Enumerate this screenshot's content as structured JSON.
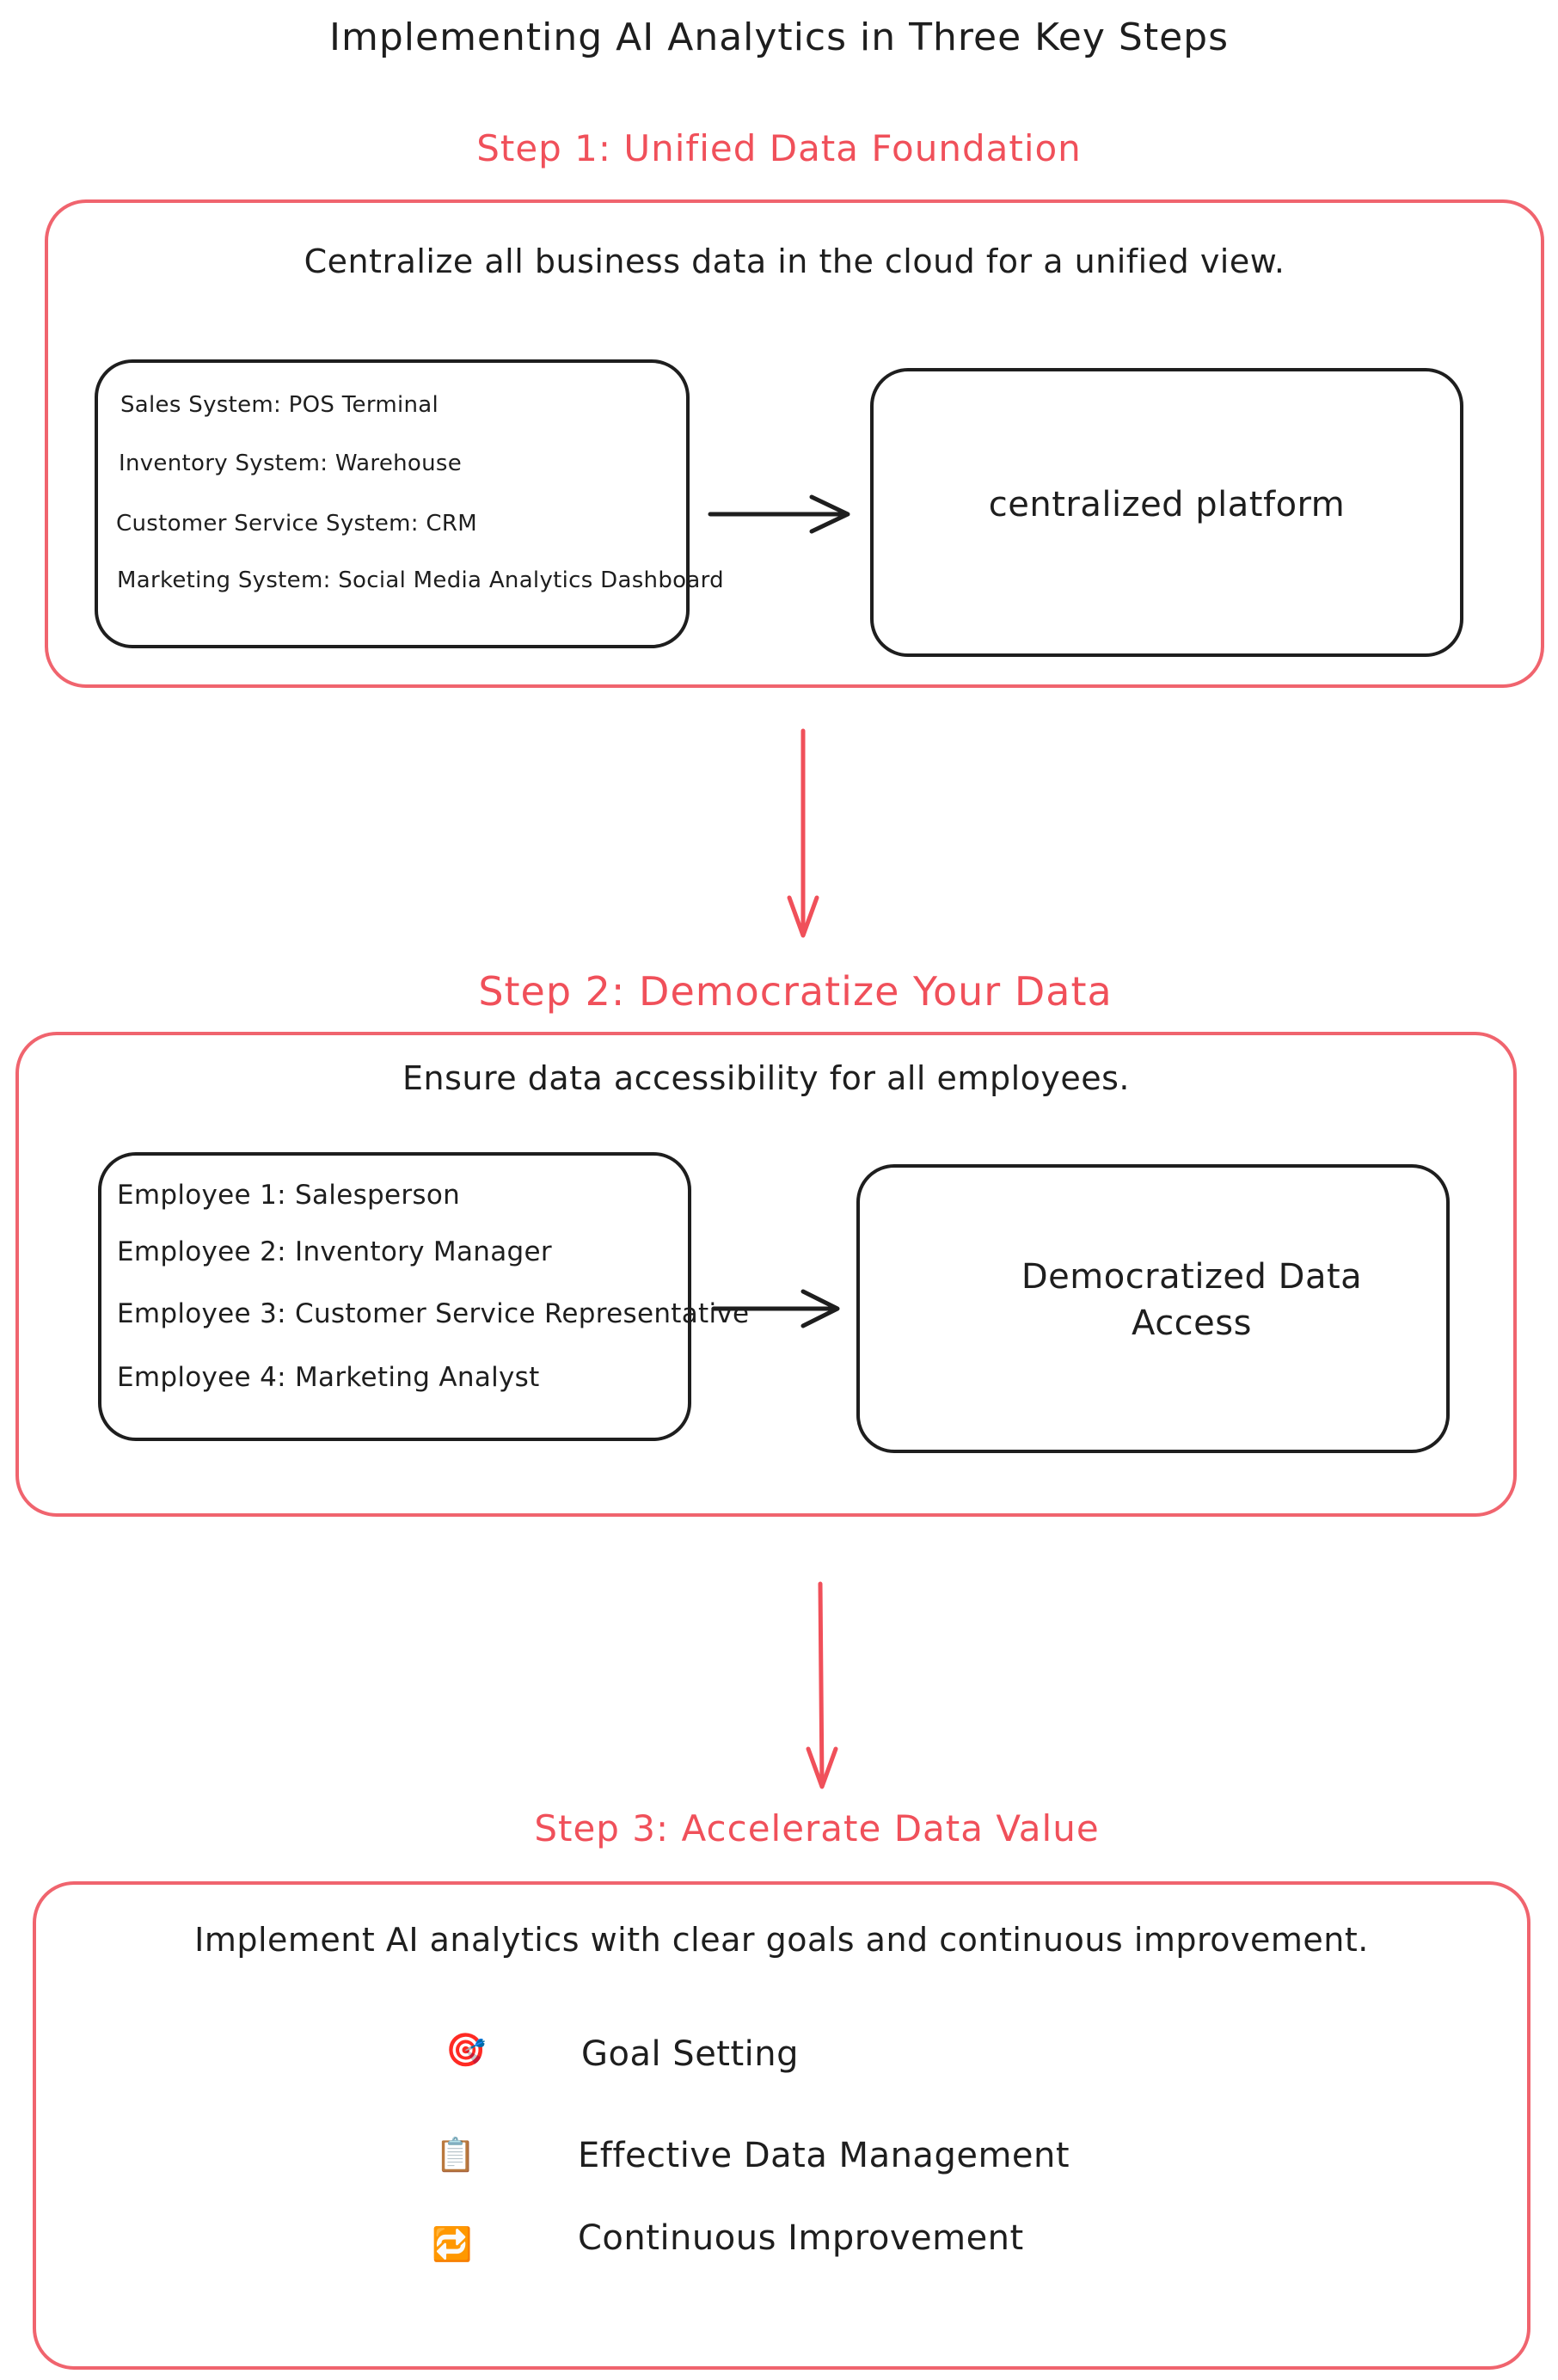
{
  "title": "Implementing AI Analytics in Three Key Steps",
  "colors": {
    "accent": "#f0505a",
    "box_stroke": "#f0646e",
    "ink": "#1e1e1e"
  },
  "step1": {
    "title": "Step 1: Unified Data Foundation",
    "description": "Centralize all business data in the cloud for a unified view.",
    "systems": [
      "Sales System: POS Terminal",
      "Inventory System: Warehouse",
      "Customer Service System: CRM",
      "Marketing System: Social Media Analytics Dashboard"
    ],
    "target": "centralized platform"
  },
  "step2": {
    "title": "Step 2: Democratize Your Data",
    "description": "Ensure data accessibility for all employees.",
    "employees": [
      "Employee 1: Salesperson",
      "Employee 2: Inventory Manager",
      "Employee 3: Customer Service Representative",
      "Employee 4: Marketing Analyst"
    ],
    "target": "Democratized Data Access"
  },
  "step3": {
    "title": "Step 3: Accelerate Data Value",
    "description": "Implement AI analytics with clear goals and continuous improvement.",
    "items": [
      {
        "icon": "🎯",
        "icon_name": "target-icon",
        "label": "Goal Setting"
      },
      {
        "icon": "📋",
        "icon_name": "clipboard-icon",
        "label": "Effective Data Management"
      },
      {
        "icon": "🔁",
        "icon_name": "repeat-icon",
        "label": "Continuous Improvement"
      }
    ]
  }
}
